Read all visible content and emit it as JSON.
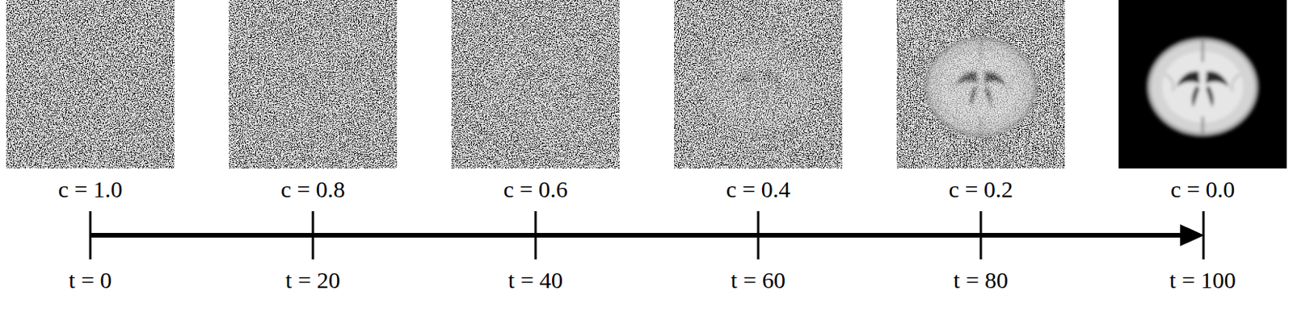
{
  "diagram": {
    "labels": [
      "c = 1.0",
      "c = 0.8",
      "c = 0.6",
      "c = 0.4",
      "c = 0.2",
      "c = 0.0",
      "t = 0",
      "t = 20",
      "t = 40",
      "t = 60",
      "t = 80",
      "t = 100"
    ]
  }
}
